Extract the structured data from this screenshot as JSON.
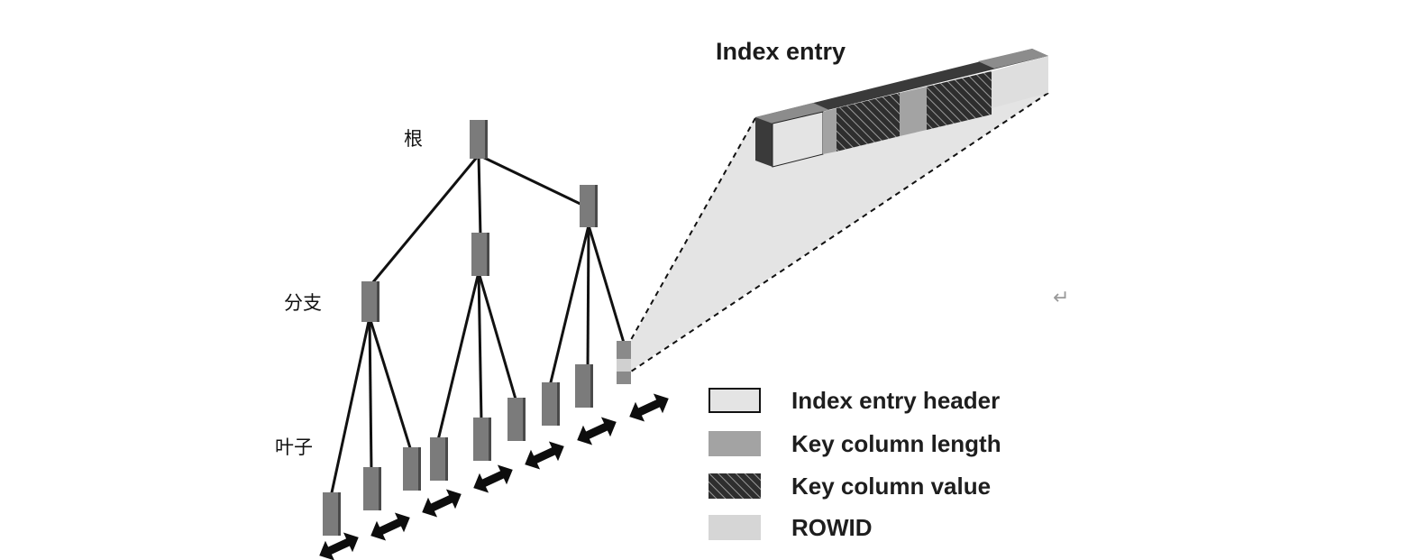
{
  "title": "Index entry",
  "levels": {
    "root": "根",
    "branch": "分支",
    "leaf": "叶子"
  },
  "legend": [
    {
      "label": "Index entry header",
      "swatch": "header"
    },
    {
      "label": "Key column length",
      "swatch": "length"
    },
    {
      "label": "Key column value",
      "swatch": "value"
    },
    {
      "label": "ROWID",
      "swatch": "rowid"
    }
  ],
  "return_mark": "↵",
  "colors": {
    "node": "#7b7b7b",
    "node_dark": "#4a4a4a",
    "line": "#111111",
    "header": "#e4e4e4",
    "length": "#a3a3a3",
    "value": "#3a3a3a",
    "rowid": "#d6d6d6",
    "funnel": "#e6e6e6",
    "arrow": "#0d0d0d"
  }
}
